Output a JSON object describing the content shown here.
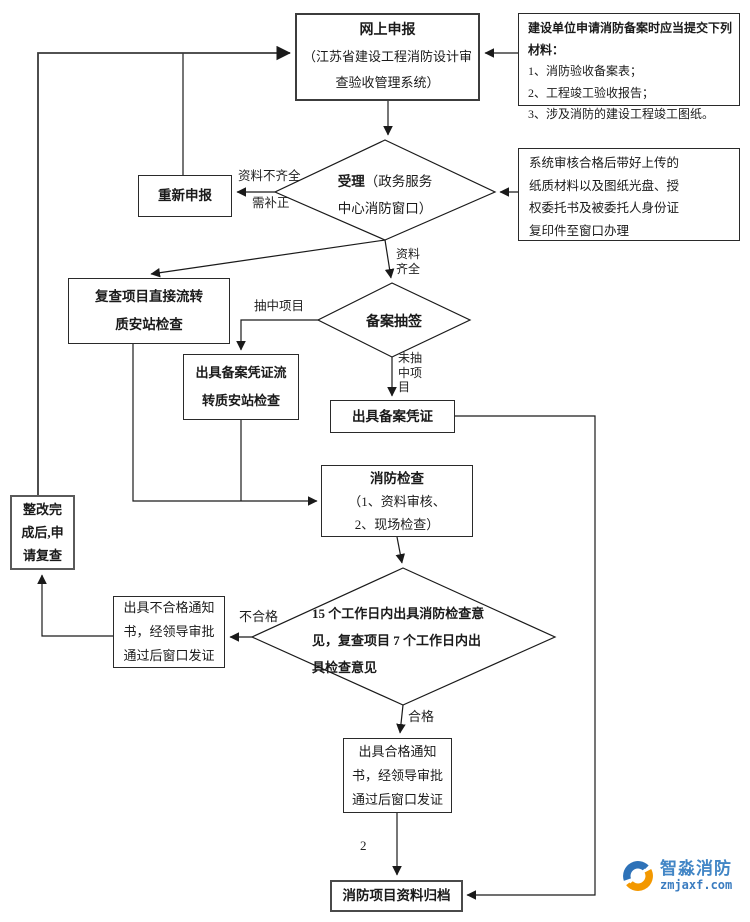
{
  "boxes": {
    "online_declare": {
      "title": "网上申报",
      "subtitle_line1": "（江苏省建设工程消防设计审",
      "subtitle_line2": "查验收管理系统）"
    },
    "materials_note": {
      "heading": "建设单位申请消防备案时应当提交下列材料：",
      "items": [
        "1、消防验收备案表；",
        "2、工程竣工验收报告；",
        "3、涉及消防的建设工程竣工图纸。"
      ]
    },
    "redeclare": {
      "label": "重新申报"
    },
    "window_note": {
      "lines": [
        "系统审核合格后带好上传的",
        "纸质材料以及图纸光盘、授",
        "权委托书及被委托人身份证",
        "复印件至窗口办理"
      ]
    },
    "review_direct": {
      "lines": [
        "复查项目直接流转",
        "质安站检查"
      ]
    },
    "cert_transfer": {
      "lines": [
        "出具备案凭证流",
        "转质安站检查"
      ]
    },
    "issue_cert": {
      "label": "出具备案凭证"
    },
    "fire_check": {
      "title": "消防检查",
      "lines": [
        "（1、资料审核、",
        "2、现场检查）"
      ]
    },
    "rectify": {
      "lines": [
        "整改完",
        "成后,申",
        "请复查"
      ]
    },
    "fail_notice": {
      "lines": [
        "出具不合格通知",
        "书，经领导审批",
        "通过后窗口发证"
      ]
    },
    "pass_notice": {
      "lines": [
        "出具合格通知",
        "书，经领导审批",
        "通过后窗口发证"
      ]
    },
    "archive": {
      "label": "消防项目资料归档"
    }
  },
  "diamonds": {
    "accept": {
      "bold": "受理",
      "rest": "（政务服务",
      "line2": "中心消防窗口）"
    },
    "lottery": {
      "label": "备案抽签"
    },
    "result": {
      "lines": [
        "15 个工作日内出具消防检查意",
        "见，复查项目 7 个工作日内出",
        "具检查意见"
      ]
    }
  },
  "edge_labels": {
    "incomplete_1": "资料不齐全",
    "incomplete_2": "需补正",
    "complete_1": "资料",
    "complete_2": "齐全",
    "drawn": "抽中项目",
    "not_drawn": [
      "未抽",
      "中项",
      "目"
    ],
    "fail": "不合格",
    "pass": "合格",
    "page_number": "2"
  },
  "logo": {
    "name": "智淼消防",
    "url": "zmjaxf.com",
    "blue": "#3a7cc0",
    "orange": "#f39800"
  }
}
